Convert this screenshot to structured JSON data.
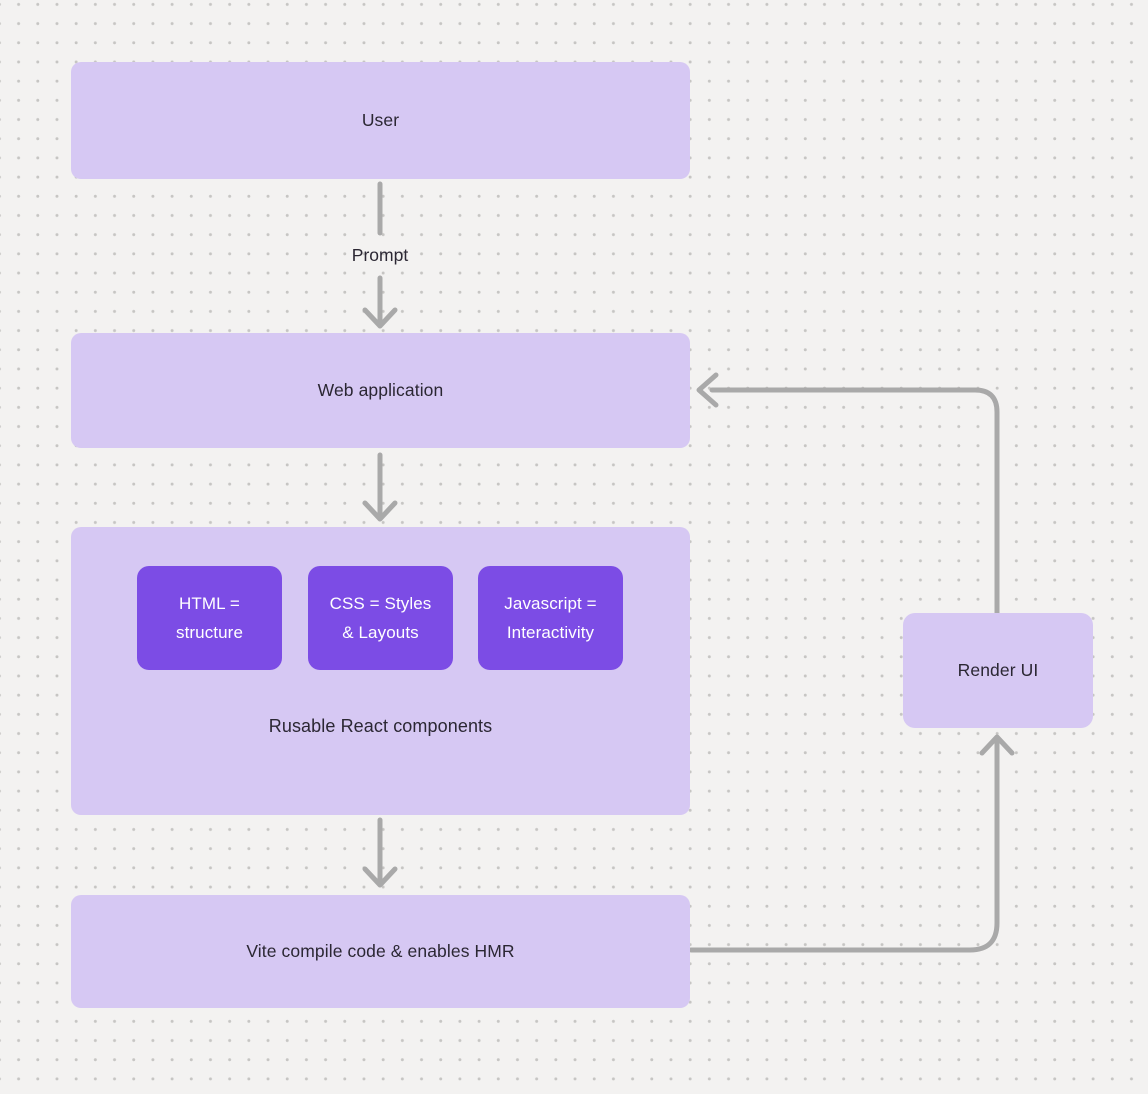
{
  "diagram": {
    "user": {
      "label": "User"
    },
    "prompt_edge": {
      "label": "Prompt"
    },
    "web_application": {
      "label": "Web application"
    },
    "react_components": {
      "label": "Rusable React components",
      "children": [
        {
          "label": "HTML =\nstructure"
        },
        {
          "label": "CSS = Styles\n& Layouts"
        },
        {
          "label": "Javascript =\nInteractivity"
        }
      ]
    },
    "vite": {
      "label": "Vite compile code & enables HMR"
    },
    "render_ui": {
      "label": "Render UI"
    },
    "colors": {
      "node_fill": "#d6c8f3",
      "accent_fill": "#7c4ce5",
      "arrow": "#a9a9a9",
      "background": "#f3f2f1",
      "text_dark": "#2b2733",
      "text_light": "#ffffff"
    }
  }
}
